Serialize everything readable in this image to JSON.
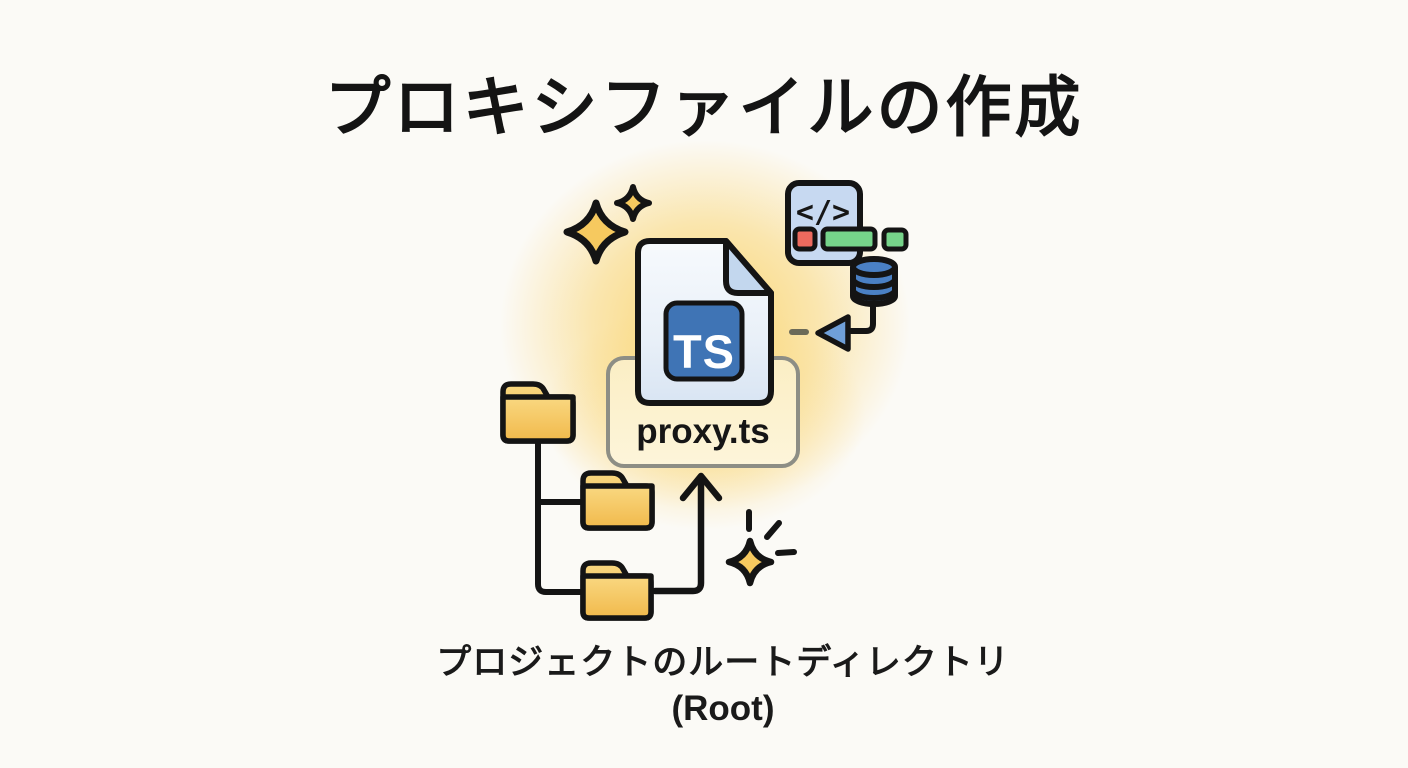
{
  "page": {
    "title": "プロキシファイルの作成",
    "background_color": "#fbfaf6"
  },
  "illustration": {
    "file": {
      "badge_label": "TS",
      "file_label": "proxy.ts",
      "badge_color": "#3f74b5",
      "paper_color": "#eef3fa",
      "fold_color": "#c3d7ee",
      "label_box_fill": "#fbf1cf",
      "label_box_border": "#8d8e85",
      "glow_color": "#fad369"
    },
    "code_window": {
      "glyph": "</>",
      "window_color": "#c7d9f1",
      "red_block_color": "#ed6a5e",
      "green_block_color": "#76d48a"
    },
    "database": {
      "color": "#4a80c4"
    },
    "folders": {
      "count": 3,
      "color": "#f6c863"
    },
    "sparkle_color": "#f6c95f",
    "arrowhead_color": "#6f9fd8"
  },
  "caption": {
    "line1": "プロジェクトのルートディレクトリ",
    "line2": "(Root)"
  }
}
